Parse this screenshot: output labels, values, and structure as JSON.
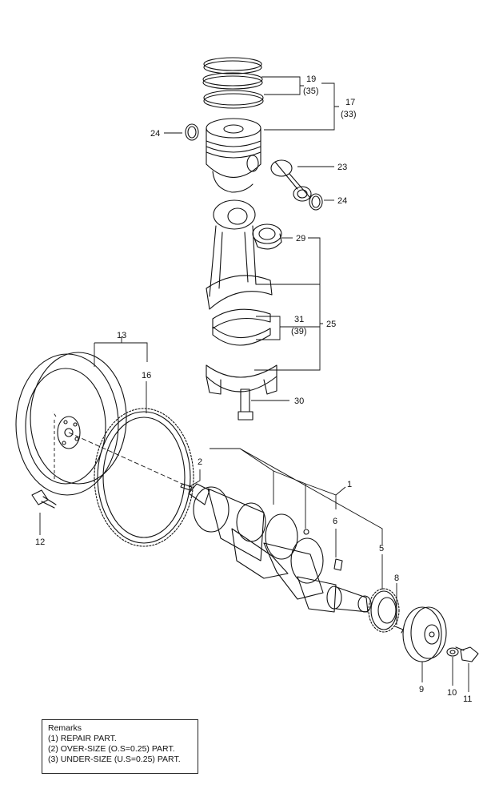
{
  "callouts": {
    "c1": "1",
    "c2": "2",
    "c5": "5",
    "c6": "6",
    "c8": "8",
    "c9": "9",
    "c10": "10",
    "c11": "11",
    "c12": "12",
    "c13": "13",
    "c16": "16",
    "c17": "17",
    "c17_alt": "(33)",
    "c19": "19",
    "c19_alt": "(35)",
    "c23": "23",
    "c24_left": "24",
    "c24_right": "24",
    "c25": "25",
    "c29": "29",
    "c30": "30",
    "c31": "31",
    "c31_alt": "(39)"
  },
  "remarks": {
    "title": "Remarks",
    "lines": [
      "(1) REPAIR PART.",
      "(2) OVER-SIZE (O.S=0.25) PART.",
      "(3) UNDER-SIZE (U.S=0.25) PART."
    ]
  }
}
